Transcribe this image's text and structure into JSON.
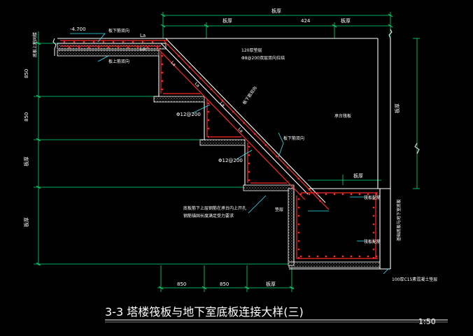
{
  "drawing": {
    "title": "3-3  塔楼筏板与地下室底板连接大样(三)",
    "scale": "1:50"
  },
  "dimensions": {
    "top_total": "板厚",
    "top_left": "板厚",
    "top_mid": "424",
    "top_right": "板厚",
    "left_1": "850",
    "left_2": "850",
    "left_3": "板厚",
    "left_4": "板厚",
    "right_vertical": "板厚",
    "bottom_1": "850",
    "bottom_2": "850",
    "bottom_3": "板厚",
    "pit_top": "板厚"
  },
  "annotations": {
    "elevation": "-4.700",
    "top_left_note": "板下筋双向",
    "top_left_note2": "板上筋双向",
    "left_edge_note": "底板上筋同楼",
    "la_1": "La",
    "la_2": "La",
    "la_slope_1": "La",
    "la_slope_2": "La",
    "la_slope_3": "La",
    "la_slope_4": "La",
    "rebar_top_note": "120厚垫层",
    "rebar_top_note2": "Φ8@200双层双向拉结",
    "slope_rebar": "板下筋双向",
    "rebar_1": "Φ12@200",
    "rebar_2": "Φ12@200",
    "mid_note": "板下筋双向",
    "center_note": "承台筏板",
    "pit_note_1": "底板筋下上层钢筋在承台内上开孔",
    "pit_note_2": "钢筋锚固长度满足受力要求",
    "pit_label": "垫层",
    "pit_right_1": "筏板配筋",
    "pit_right_2": "筏板配筋",
    "pit_right_vertical": "基础底板与地下室底板",
    "pit_bottom_note": "100厚C15素混凝土垫层",
    "pit_top_dim": "板厚"
  },
  "colors": {
    "line": "#ffffff",
    "rebar": "#ff2a2a",
    "dim": "#00e67a",
    "leader": "#2ee8ff",
    "concrete": "#c8c8c8"
  }
}
